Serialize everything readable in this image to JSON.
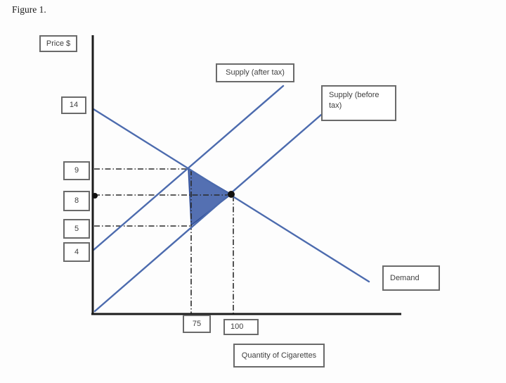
{
  "figure": {
    "caption": "Figure 1."
  },
  "labels": {
    "y_axis_title": "Price $",
    "x_axis_title": "Quantity of Cigarettes",
    "supply_after_tax": "Supply (after tax)",
    "supply_before_tax": "Supply (before tax)",
    "demand": "Demand"
  },
  "y_ticks": [
    "14",
    "9",
    "8",
    "5",
    "4"
  ],
  "x_ticks": [
    "75",
    "100"
  ],
  "colors": {
    "curve_blue": "#4c6bae",
    "triangle_fill": "#5470b2",
    "triangle_edge": "#2f4d96",
    "axis_black": "#1c1c1c",
    "guide_dash": "#2a2a2a",
    "dot_black": "#111111"
  },
  "chart_data": {
    "type": "line",
    "title": "Figure 1.",
    "xlabel": "Quantity of Cigarettes",
    "ylabel": "Price $",
    "x_ticks": [
      75,
      100
    ],
    "y_ticks": [
      14,
      9,
      8,
      5,
      4
    ],
    "grid": false,
    "legend_position": "boxed labels next to each curve",
    "series": [
      {
        "name": "Demand",
        "style": "solid blue, downward sloping",
        "known_points_q_p": [
          [
            0,
            14
          ],
          [
            75,
            9
          ],
          [
            100,
            8
          ]
        ]
      },
      {
        "name": "Supply (before tax)",
        "style": "solid blue, upward sloping",
        "known_points_q_p": [
          [
            0,
            0
          ],
          [
            75,
            5
          ],
          [
            100,
            8
          ]
        ]
      },
      {
        "name": "Supply (after tax)",
        "style": "solid blue, upward sloping, parallel shift above before-tax supply",
        "known_points_q_p": [
          [
            0,
            4
          ],
          [
            75,
            9
          ]
        ]
      }
    ],
    "points_of_interest": [
      {
        "name": "pre-tax equilibrium",
        "q": 100,
        "p": 8,
        "marker": "black dot"
      },
      {
        "name": "post-tax equilibrium (Supply after tax x Demand)",
        "q": 75,
        "p": 9
      },
      {
        "name": "price-8 marker on y-axis",
        "q": 0,
        "p": 8,
        "marker": "black dot"
      }
    ],
    "shaded_region": {
      "name": "deadweight loss triangle",
      "vertices_q_p": [
        [
          75,
          9
        ],
        [
          100,
          8
        ],
        [
          75,
          5
        ]
      ],
      "fill": "#5470b2"
    },
    "guide_lines": [
      {
        "type": "horizontal dash-dot",
        "p": 9,
        "from_q": 0,
        "to_q": 75
      },
      {
        "type": "horizontal dash-dot",
        "p": 8,
        "from_q": 0,
        "to_q": 100
      },
      {
        "type": "horizontal dash-dot",
        "p": 5,
        "from_q": 0,
        "to_q": 75
      },
      {
        "type": "vertical dash-dot",
        "q": 75,
        "from_p": 9,
        "to_p": 0
      },
      {
        "type": "vertical dash-dot",
        "q": 100,
        "from_p": 8,
        "to_p": 0
      }
    ],
    "tax_per_unit": 4
  }
}
